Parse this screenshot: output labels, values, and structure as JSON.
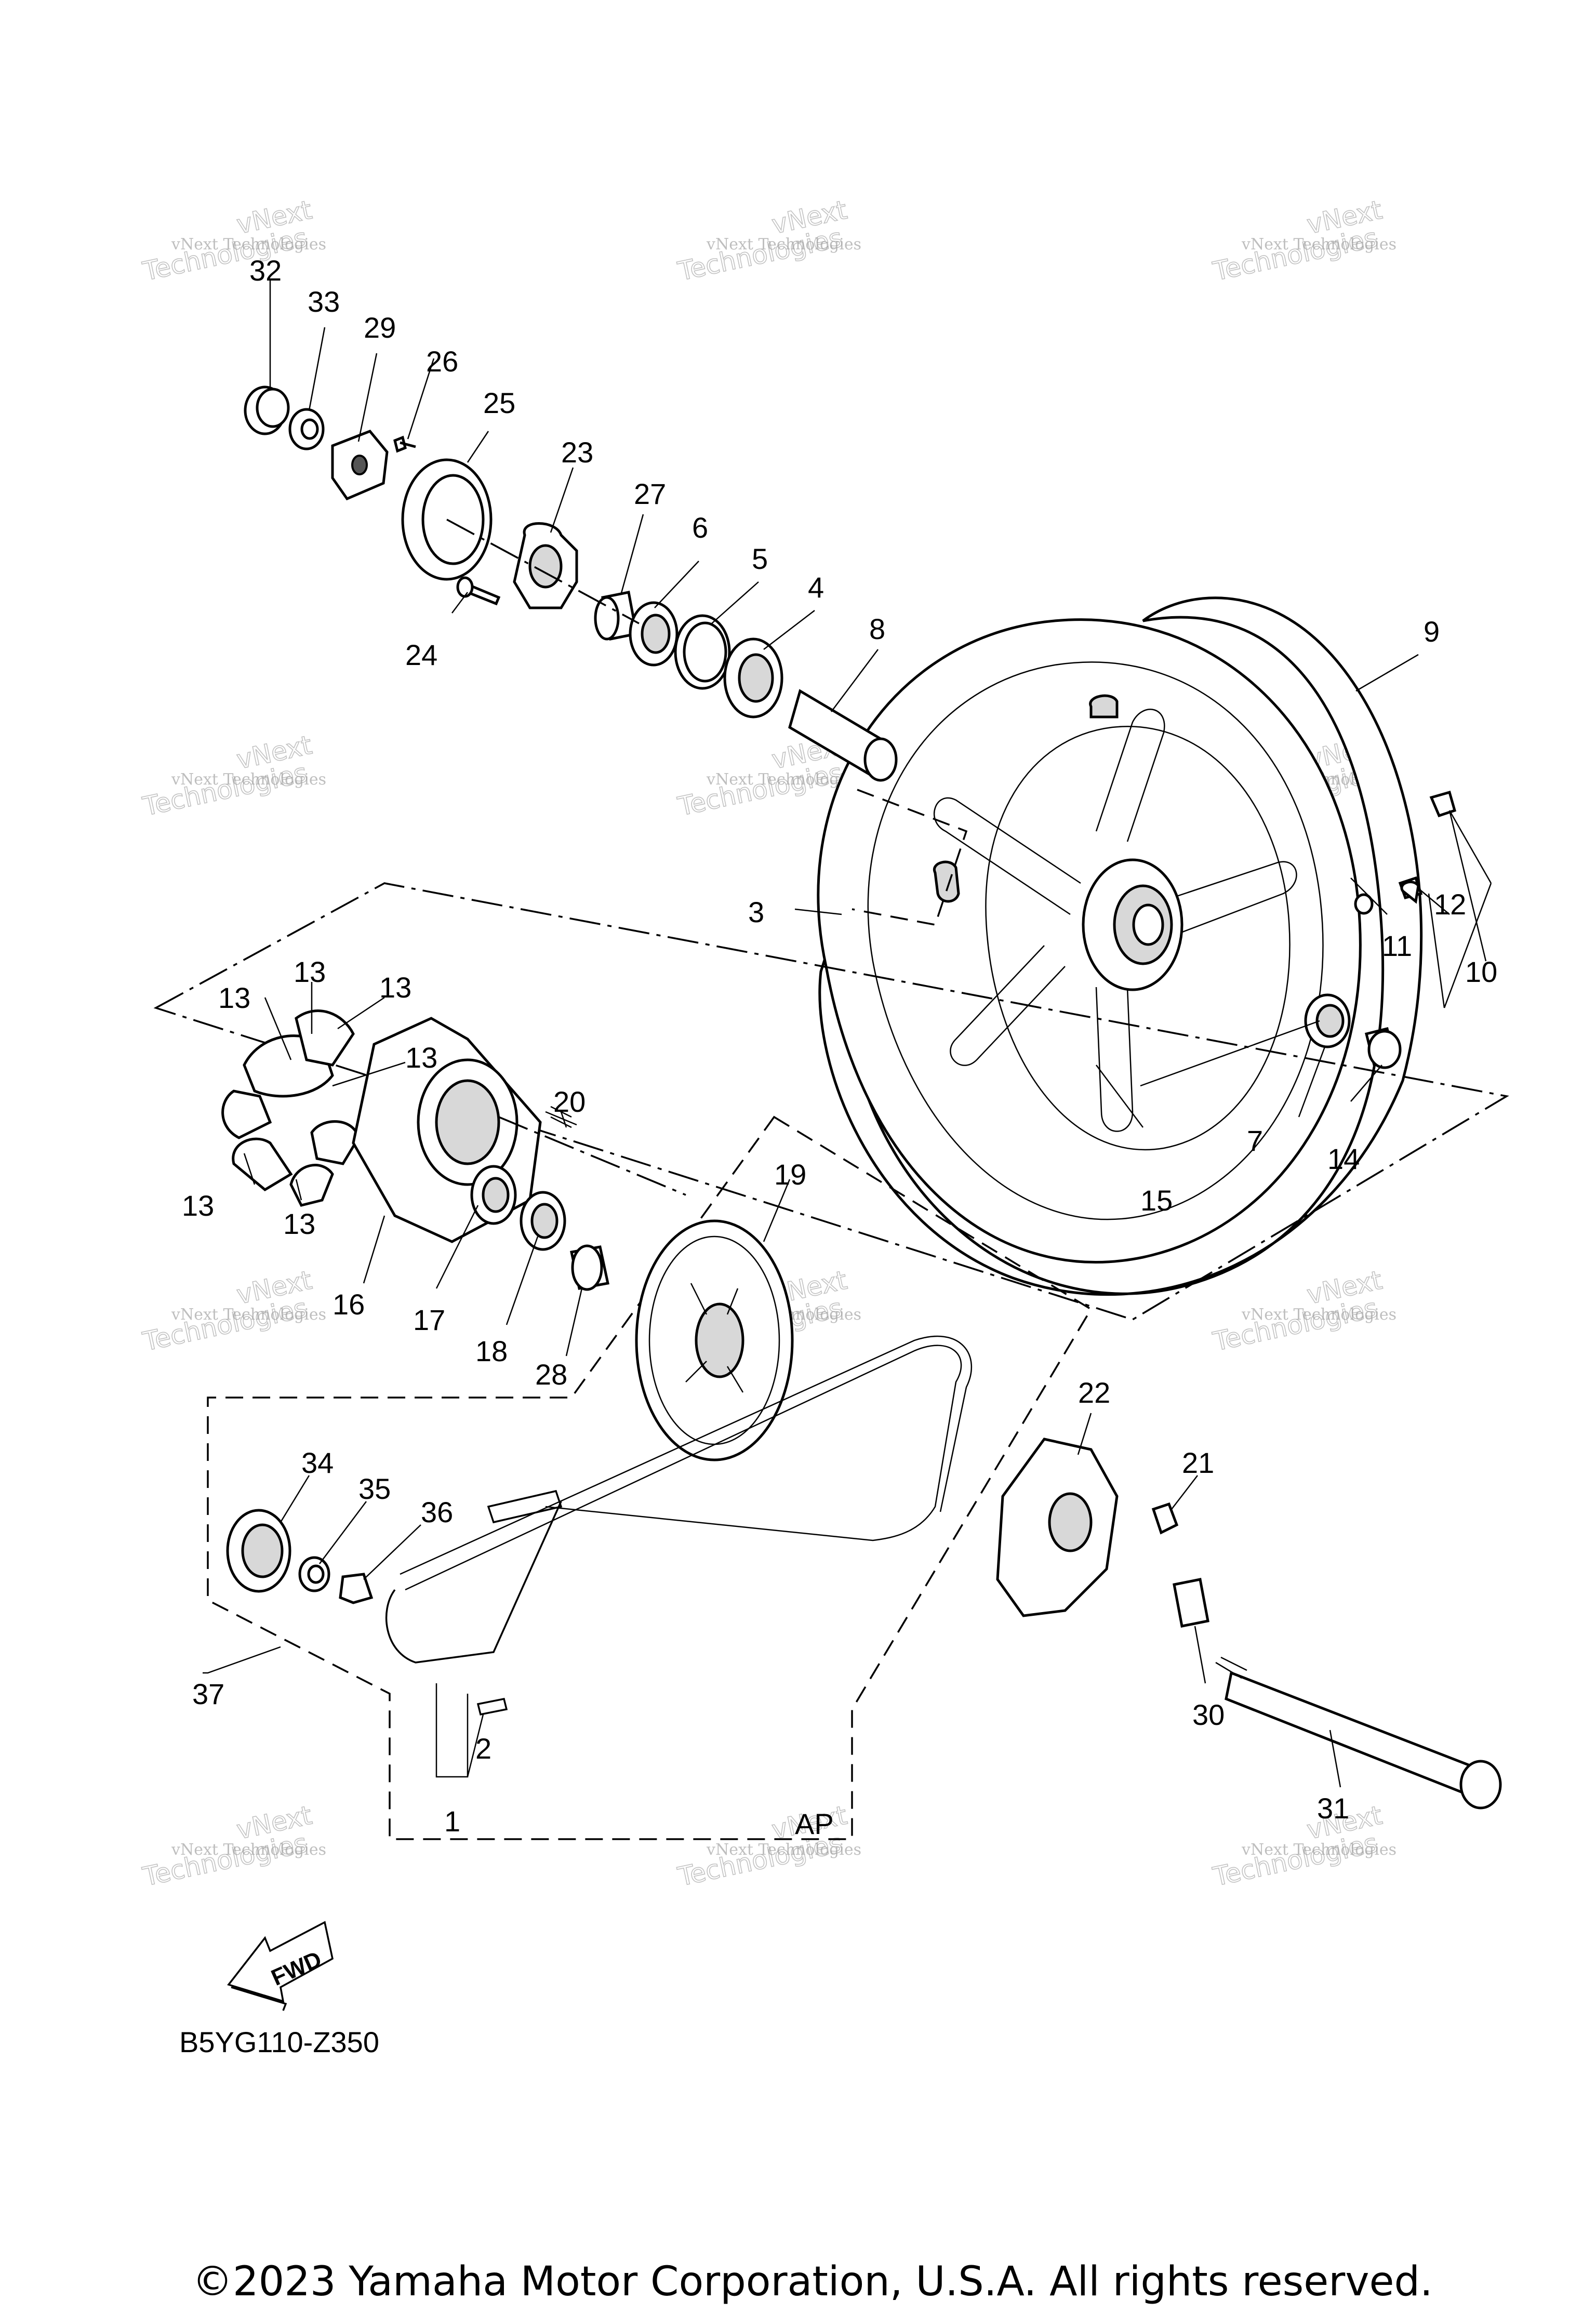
{
  "diagram": {
    "callouts": [
      {
        "id": "1",
        "text": "1"
      },
      {
        "id": "2",
        "text": "2"
      },
      {
        "id": "3",
        "text": "3"
      },
      {
        "id": "4",
        "text": "4"
      },
      {
        "id": "5",
        "text": "5"
      },
      {
        "id": "6",
        "text": "6"
      },
      {
        "id": "7",
        "text": "7"
      },
      {
        "id": "8",
        "text": "8"
      },
      {
        "id": "9",
        "text": "9"
      },
      {
        "id": "10",
        "text": "10"
      },
      {
        "id": "11",
        "text": "11"
      },
      {
        "id": "12",
        "text": "12"
      },
      {
        "id": "13a",
        "text": "13"
      },
      {
        "id": "13b",
        "text": "13"
      },
      {
        "id": "13c",
        "text": "13"
      },
      {
        "id": "13d",
        "text": "13"
      },
      {
        "id": "13e",
        "text": "13"
      },
      {
        "id": "13f",
        "text": "13"
      },
      {
        "id": "14",
        "text": "14"
      },
      {
        "id": "15",
        "text": "15"
      },
      {
        "id": "16",
        "text": "16"
      },
      {
        "id": "17",
        "text": "17"
      },
      {
        "id": "18",
        "text": "18"
      },
      {
        "id": "19",
        "text": "19"
      },
      {
        "id": "20",
        "text": "20"
      },
      {
        "id": "21",
        "text": "21"
      },
      {
        "id": "22",
        "text": "22"
      },
      {
        "id": "23",
        "text": "23"
      },
      {
        "id": "24",
        "text": "24"
      },
      {
        "id": "25",
        "text": "25"
      },
      {
        "id": "26",
        "text": "26"
      },
      {
        "id": "27",
        "text": "27"
      },
      {
        "id": "28",
        "text": "28"
      },
      {
        "id": "29",
        "text": "29"
      },
      {
        "id": "30",
        "text": "30"
      },
      {
        "id": "31",
        "text": "31"
      },
      {
        "id": "32",
        "text": "32"
      },
      {
        "id": "33",
        "text": "33"
      },
      {
        "id": "34",
        "text": "34"
      },
      {
        "id": "35",
        "text": "35"
      },
      {
        "id": "36",
        "text": "36"
      },
      {
        "id": "37",
        "text": "37"
      }
    ],
    "assembly_label": "AP",
    "fwd_label": "FWD",
    "diagram_code": "B5YG110-Z350",
    "copyright": "©2023 Yamaha Motor Corporation, U.S.A. All rights reserved.",
    "watermark": {
      "line1": "vNext",
      "line2": "vNext Technologies",
      "line3": "Technologies"
    }
  },
  "colors": {
    "ink": "#000000",
    "watermark": "#8a8a8a",
    "background": "#ffffff"
  }
}
